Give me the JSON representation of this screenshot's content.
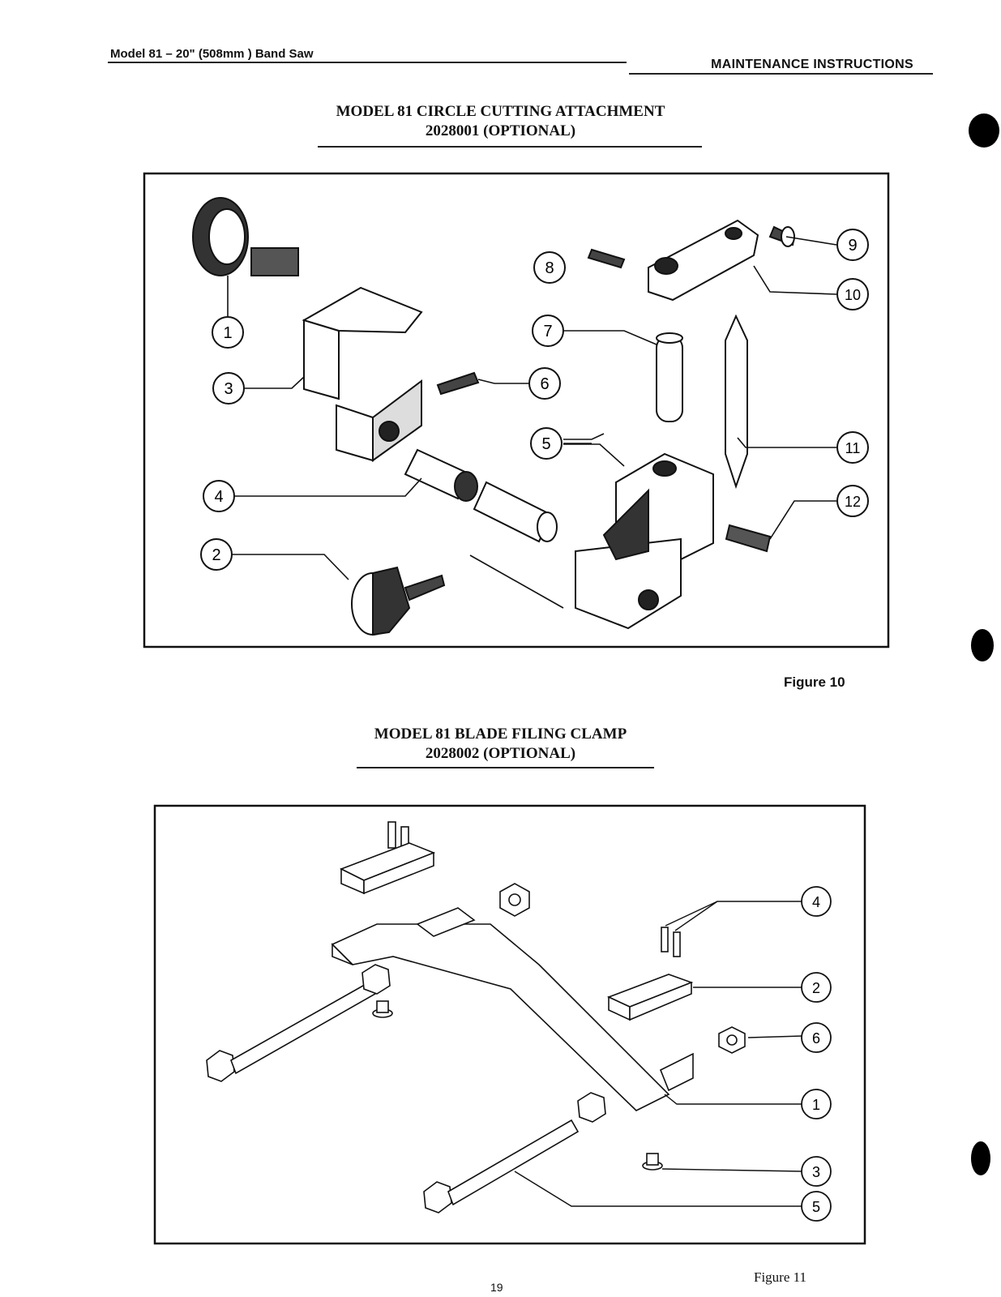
{
  "header": {
    "left": "Model 81 – 20\" (508mm ) Band Saw",
    "right": "MAINTENANCE INSTRUCTIONS"
  },
  "section1": {
    "title": "MODEL 81 CIRCLE CUTTING ATTACHMENT",
    "subtitle": "2028001 (OPTIONAL)",
    "figure": "Figure 10",
    "callouts": [
      "1",
      "2",
      "3",
      "4",
      "5",
      "6",
      "7",
      "8",
      "9",
      "10",
      "11",
      "12"
    ]
  },
  "section2": {
    "title": "MODEL 81 BLADE FILING CLAMP",
    "subtitle": "2028002 (OPTIONAL)",
    "figure": "Figure 11",
    "callouts": [
      "4",
      "2",
      "6",
      "1",
      "3",
      "5"
    ]
  },
  "page_number": "19"
}
